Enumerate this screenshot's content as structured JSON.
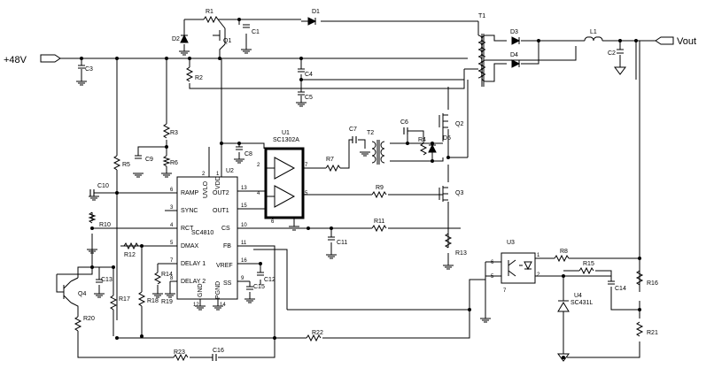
{
  "nets": {
    "vin": "+48V",
    "vout": "Vout"
  },
  "chips": {
    "u2": {
      "name": "U2",
      "part": "SC4810",
      "pins_left": [
        {
          "num": "6",
          "label": "RAMP"
        },
        {
          "num": "3",
          "label": "SYNC"
        },
        {
          "num": "4",
          "label": "RCT"
        },
        {
          "num": "5",
          "label": "DMAX"
        },
        {
          "num": "7",
          "label": "DELAY 1"
        },
        {
          "num": "8",
          "label": "DELAY 2"
        }
      ],
      "pins_right": [
        {
          "num": "13",
          "label": "OUT2"
        },
        {
          "num": "15",
          "label": "OUT1"
        },
        {
          "num": "10",
          "label": "CS"
        },
        {
          "num": "11",
          "label": "FB"
        },
        {
          "num": "16",
          "label": "VREF"
        },
        {
          "num": "9",
          "label": "SS"
        }
      ],
      "top_labels": [
        "UVLO",
        "VDD"
      ],
      "top_nums": [
        "2",
        "1"
      ],
      "bottom_labels": [
        "GND",
        "PGND"
      ],
      "bottom_nums": [
        "12",
        "14"
      ]
    },
    "u1": {
      "name": "U1",
      "part": "SC1302A",
      "pins": [
        "2",
        "7",
        "4",
        "5",
        "6"
      ]
    },
    "u3": {
      "name": "U3",
      "pins": [
        "6",
        "5",
        "7",
        "1",
        "2"
      ]
    },
    "u4": {
      "name": "U4",
      "part": "SC431L"
    }
  },
  "refs": {
    "R1": "R1",
    "R2": "R2",
    "R3": "R3",
    "R4": "R4",
    "R5": "R5",
    "R6": "R6",
    "R7": "R7",
    "R8": "R8",
    "R9": "R9",
    "R10": "R10",
    "R11": "R11",
    "R12": "R12",
    "R13": "R13",
    "R14": "R14",
    "R15": "R15",
    "R16": "R16",
    "R17": "R17",
    "R18": "R18",
    "R19": "R19",
    "R20": "R20",
    "R21": "R21",
    "R22": "R22",
    "R23": "R23",
    "C1": "C1",
    "C2": "C2",
    "C3": "C3",
    "C4": "C4",
    "C5": "C5",
    "C6": "C6",
    "C7": "C7",
    "C8": "C8",
    "C9": "C9",
    "C10": "C10",
    "C11": "C11",
    "C12": "C12",
    "C13": "C13",
    "C14": "C14",
    "C15": "C15",
    "C16": "C16",
    "D1": "D1",
    "D2": "D2",
    "D3": "D3",
    "D4": "D4",
    "D5": "D5",
    "Q1": "Q1",
    "Q2": "Q2",
    "Q3": "Q3",
    "Q4": "Q4",
    "T1": "T1",
    "T2": "T2",
    "L1": "L1"
  }
}
